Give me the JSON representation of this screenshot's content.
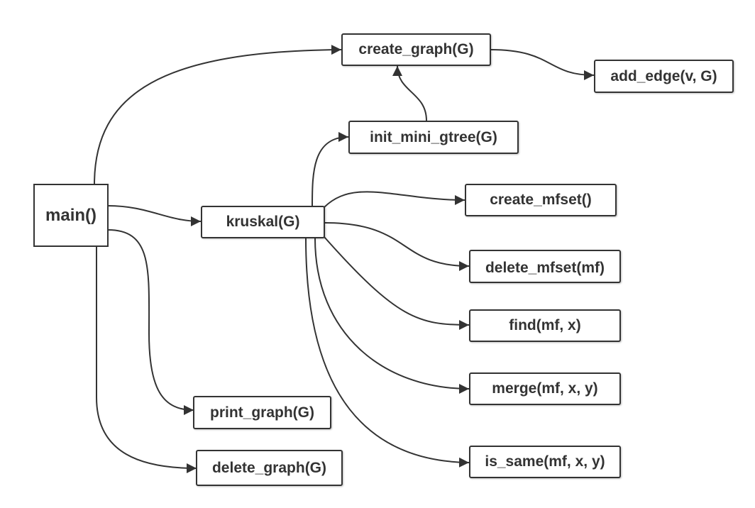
{
  "colors": {
    "stroke": "#333333",
    "fill": "#ffffff",
    "text": "#333333"
  },
  "nodes": {
    "main": "main()",
    "create_graph": "create_graph(G)",
    "add_edge": "add_edge(v, G)",
    "init_mini_gtree": "init_mini_gtree(G)",
    "kruskal": "kruskal(G)",
    "create_mfset": "create_mfset()",
    "delete_mfset": "delete_mfset(mf)",
    "find": "find(mf, x)",
    "merge": "merge(mf, x, y)",
    "is_same": "is_same(mf, x, y)",
    "print_graph": "print_graph(G)",
    "delete_graph": "delete_graph(G)"
  },
  "edges": [
    {
      "from": "main",
      "to": "create_graph"
    },
    {
      "from": "main",
      "to": "kruskal"
    },
    {
      "from": "main",
      "to": "print_graph"
    },
    {
      "from": "main",
      "to": "delete_graph"
    },
    {
      "from": "create_graph",
      "to": "add_edge"
    },
    {
      "from": "init_mini_gtree",
      "to": "create_graph"
    },
    {
      "from": "kruskal",
      "to": "init_mini_gtree"
    },
    {
      "from": "kruskal",
      "to": "create_mfset"
    },
    {
      "from": "kruskal",
      "to": "delete_mfset"
    },
    {
      "from": "kruskal",
      "to": "find"
    },
    {
      "from": "kruskal",
      "to": "merge"
    },
    {
      "from": "kruskal",
      "to": "is_same"
    }
  ]
}
